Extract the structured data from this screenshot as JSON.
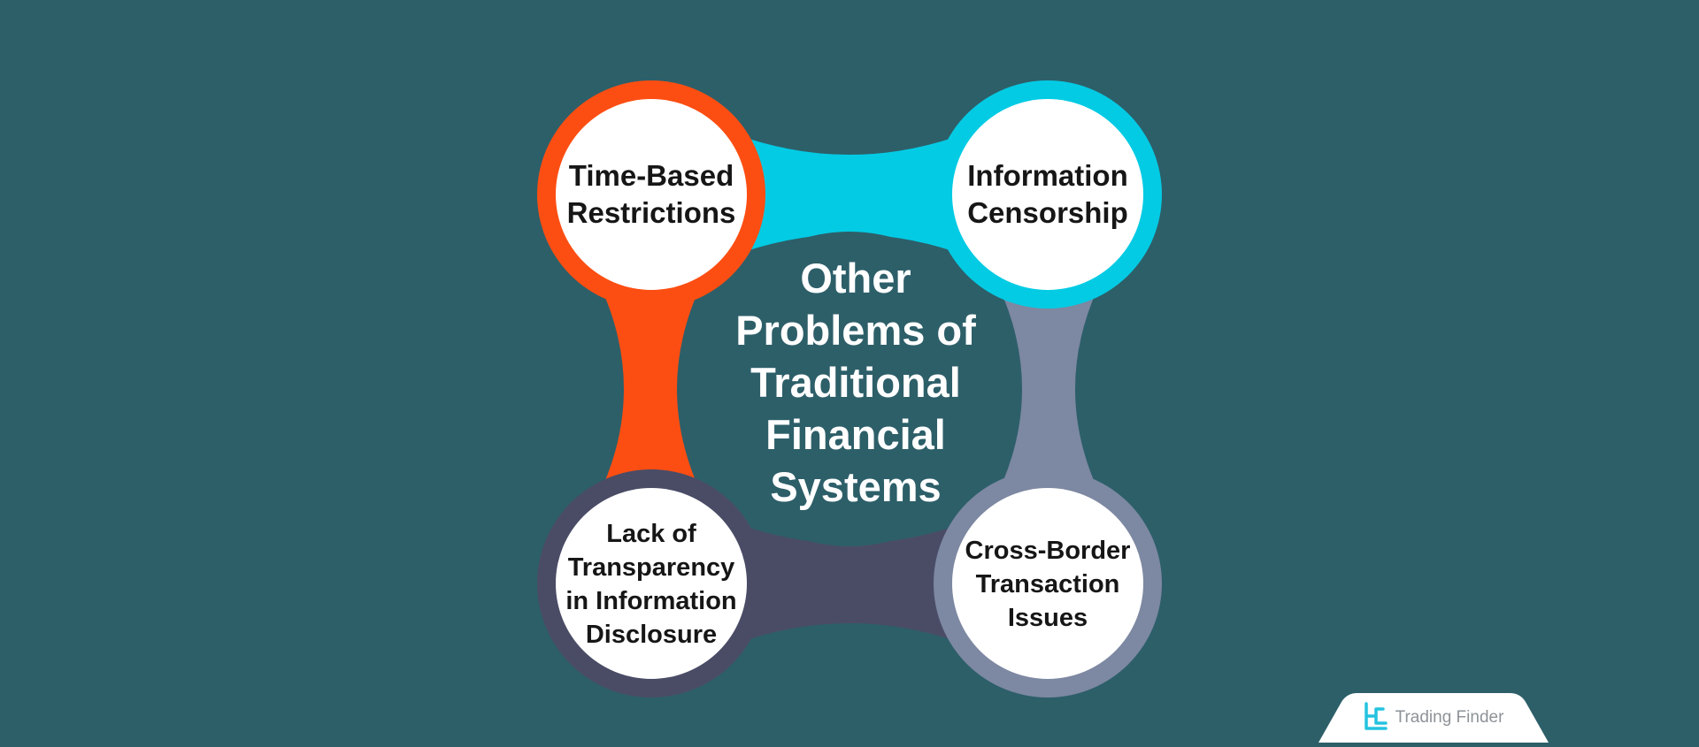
{
  "diagram": {
    "center_title_lines": [
      "Other",
      "Problems of",
      "Traditional",
      "Financial",
      "Systems"
    ],
    "nodes": [
      {
        "id": "time-based-restrictions",
        "color": "#fc4e12",
        "lines": [
          "Time-Based",
          "Restrictions"
        ]
      },
      {
        "id": "information-censorship",
        "color": "#04cbe4",
        "lines": [
          "Information",
          "Censorship"
        ]
      },
      {
        "id": "lack-of-transparency",
        "color": "#4a4c66",
        "lines": [
          "Lack of",
          "Transparency",
          "in Information",
          "Disclosure"
        ]
      },
      {
        "id": "cross-border-transaction-issues",
        "color": "#7d88a2",
        "lines": [
          "Cross-Border",
          "Transaction",
          "Issues"
        ]
      }
    ]
  },
  "colors": {
    "background": "#2d5f69",
    "center_disc": "#2d5f69",
    "circle_fill": "#ffffff"
  },
  "branding": {
    "logo_name": "trading-finder-logo-icon",
    "text": "Trading Finder",
    "logo_color": "#24c3e0"
  }
}
